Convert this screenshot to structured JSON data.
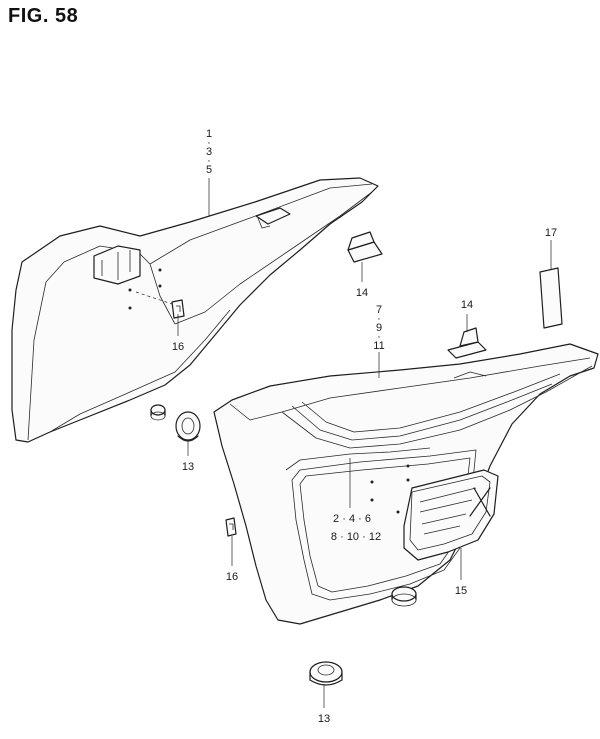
{
  "figure": {
    "title": "FIG. 58"
  },
  "callouts": {
    "left_cover_parts": [
      "1",
      "3",
      "5"
    ],
    "grommet_upper": "13",
    "clip_left": "16",
    "cushion_left": "14",
    "right_cover_parts": [
      "7",
      "9",
      "11"
    ],
    "cushion_right": "14",
    "tape": "17",
    "right_cover_variants_row1": "2 · 4 · 6",
    "right_cover_variants_row2": "8 · 10 · 12",
    "emblem": "15",
    "clip_lower": "16",
    "grommet_lower": "13"
  }
}
